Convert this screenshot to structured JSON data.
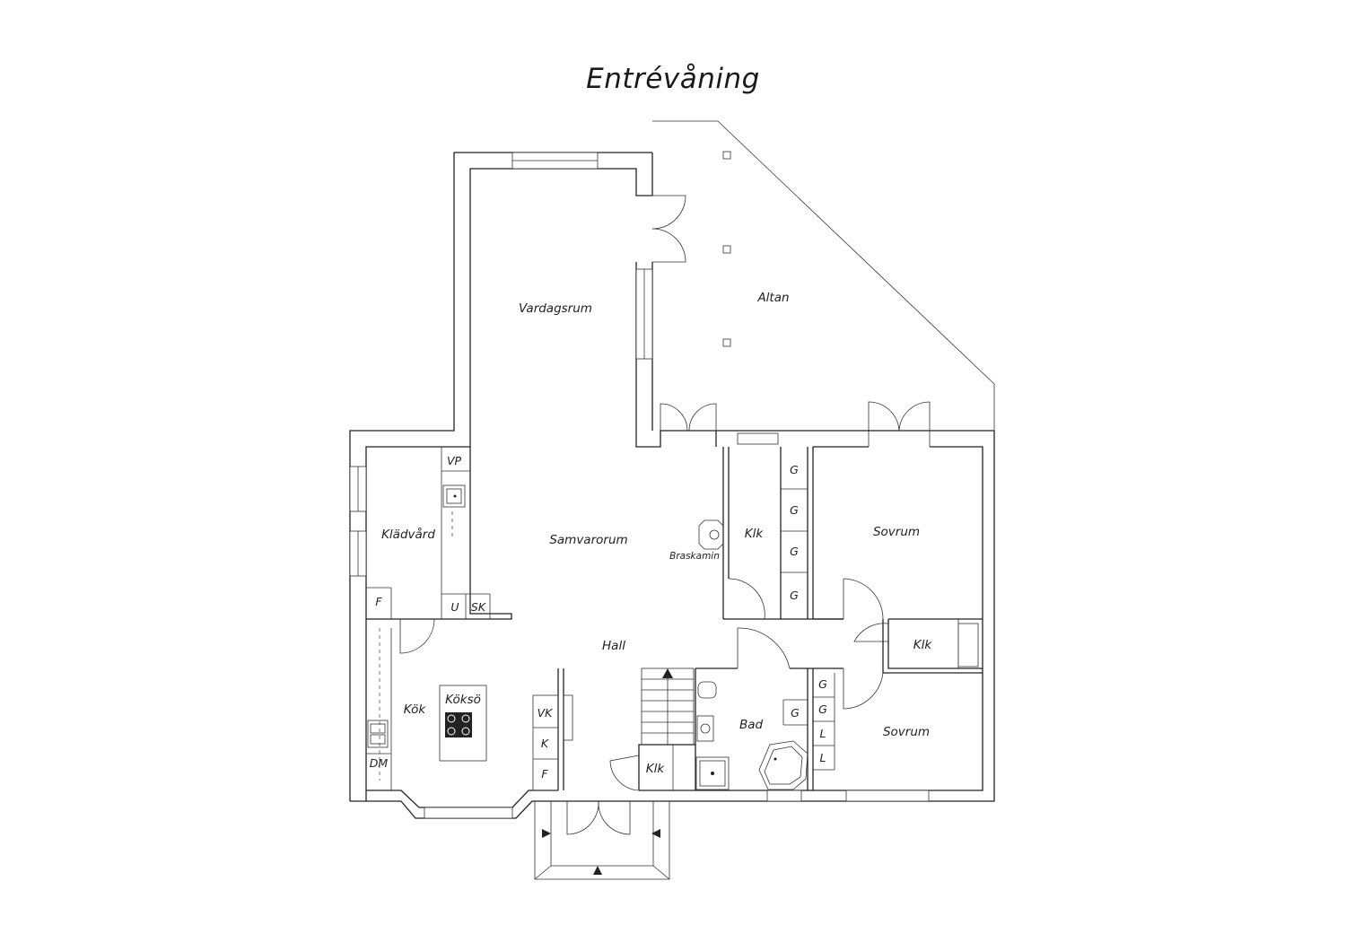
{
  "title": "Entrévåning",
  "rooms": {
    "vardagsrum": "Vardagsrum",
    "altan": "Altan",
    "samvarorum": "Samvarorum",
    "kladvard": "Klädvård",
    "hall": "Hall",
    "kok": "Kök",
    "koksö": "Köksö",
    "sovrum1": "Sovrum",
    "sovrum2": "Sovrum",
    "bad": "Bad",
    "klk1": "Klk",
    "klk2": "Klk",
    "klk3": "Klk"
  },
  "fixtures": {
    "vp": "VP",
    "f1": "F",
    "u": "U",
    "sk": "SK",
    "braskamin": "Braskamin",
    "g1": "G",
    "g2": "G",
    "g3": "G",
    "g4": "G",
    "g5": "G",
    "g6": "G",
    "g7": "G",
    "l1": "L",
    "l2": "L",
    "vk": "VK",
    "k": "K",
    "f2": "F",
    "dm": "DM"
  }
}
